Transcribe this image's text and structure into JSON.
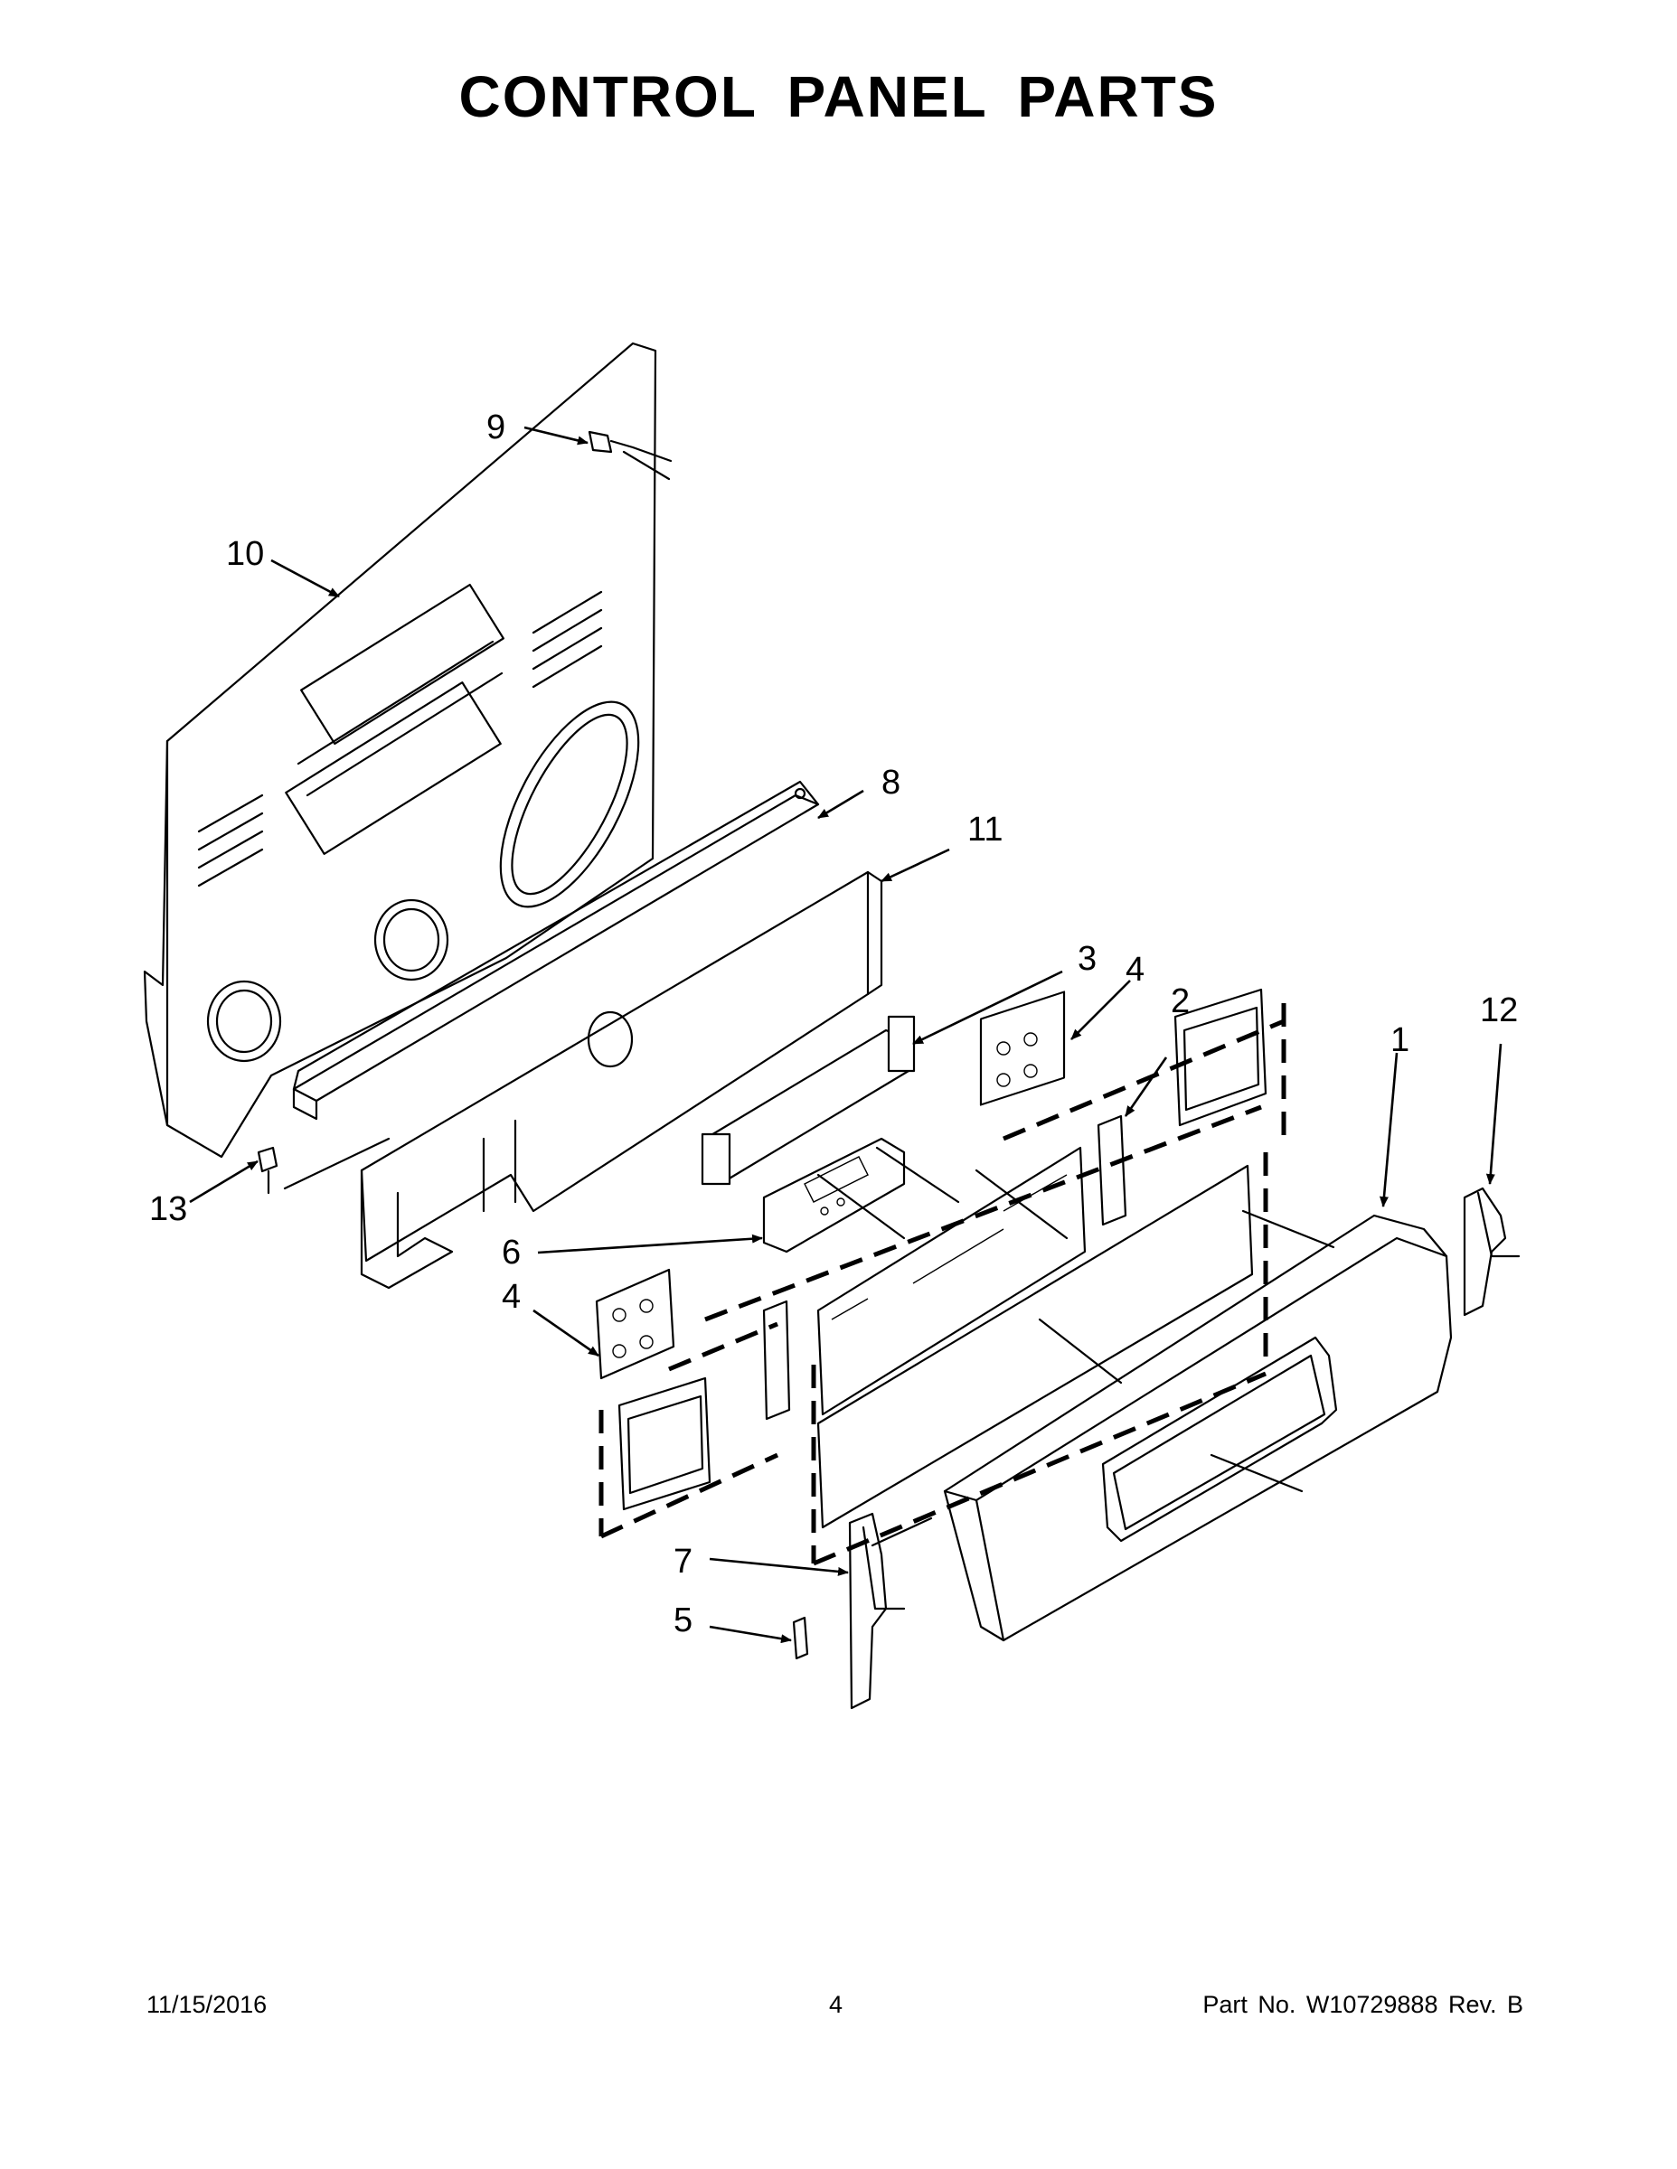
{
  "page": {
    "title": "CONTROL PANEL PARTS",
    "footer": {
      "date": "11/15/2016",
      "page_number": "4",
      "part_number": "Part No.  W10729888  Rev.  B"
    }
  },
  "callouts": {
    "c1": "1",
    "c2": "2",
    "c3": "3",
    "c4a": "4",
    "c4b": "4",
    "c5": "5",
    "c6": "6",
    "c7": "7",
    "c8": "8",
    "c9": "9",
    "c10": "10",
    "c11": "11",
    "c12": "12",
    "c13": "13"
  }
}
